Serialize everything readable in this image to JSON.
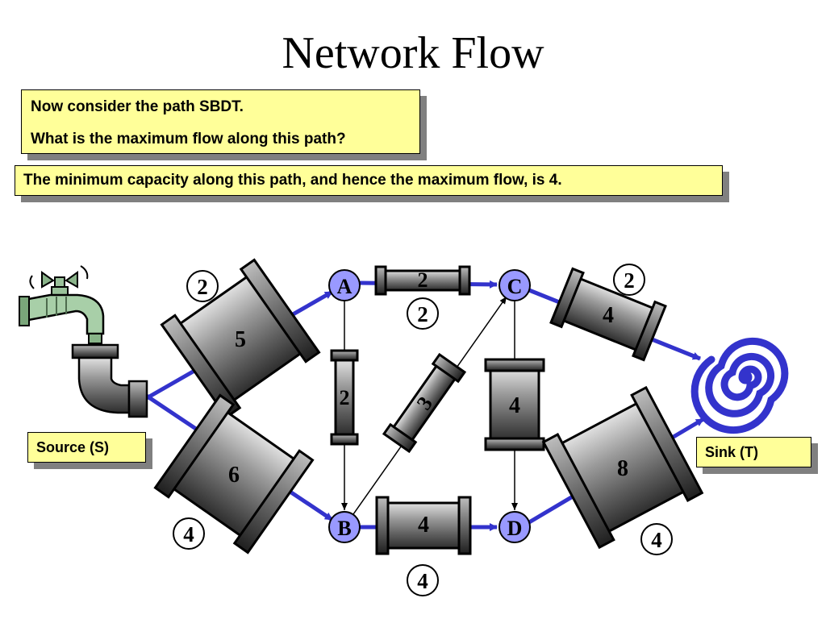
{
  "slide": {
    "title": "Network Flow",
    "question_line1": "Now consider the path SBDT.",
    "question_line2": "What is the maximum flow along this path?",
    "answer": "The minimum capacity along this path, and hence the maximum flow, is 4.",
    "source_label": "Source (S)",
    "sink_label": "Sink (T)"
  },
  "graph": {
    "nodes": [
      "A",
      "B",
      "C",
      "D"
    ],
    "capacities": {
      "S-A": "5",
      "S-B": "6",
      "A-C": "2",
      "A-B": "2",
      "B-C": "3",
      "C-D": "4",
      "B-D": "4",
      "C-T": "4",
      "D-T": "8"
    },
    "flows": {
      "S-A": "2",
      "A-C": "2",
      "C-T": "2",
      "S-B": "4",
      "B-D": "4",
      "D-T": "4"
    }
  },
  "colors": {
    "callout_fill": "#ffff99",
    "node_fill": "#9999ff",
    "flow_edge": "#3333cc",
    "sink_spiral": "#3333cc"
  }
}
